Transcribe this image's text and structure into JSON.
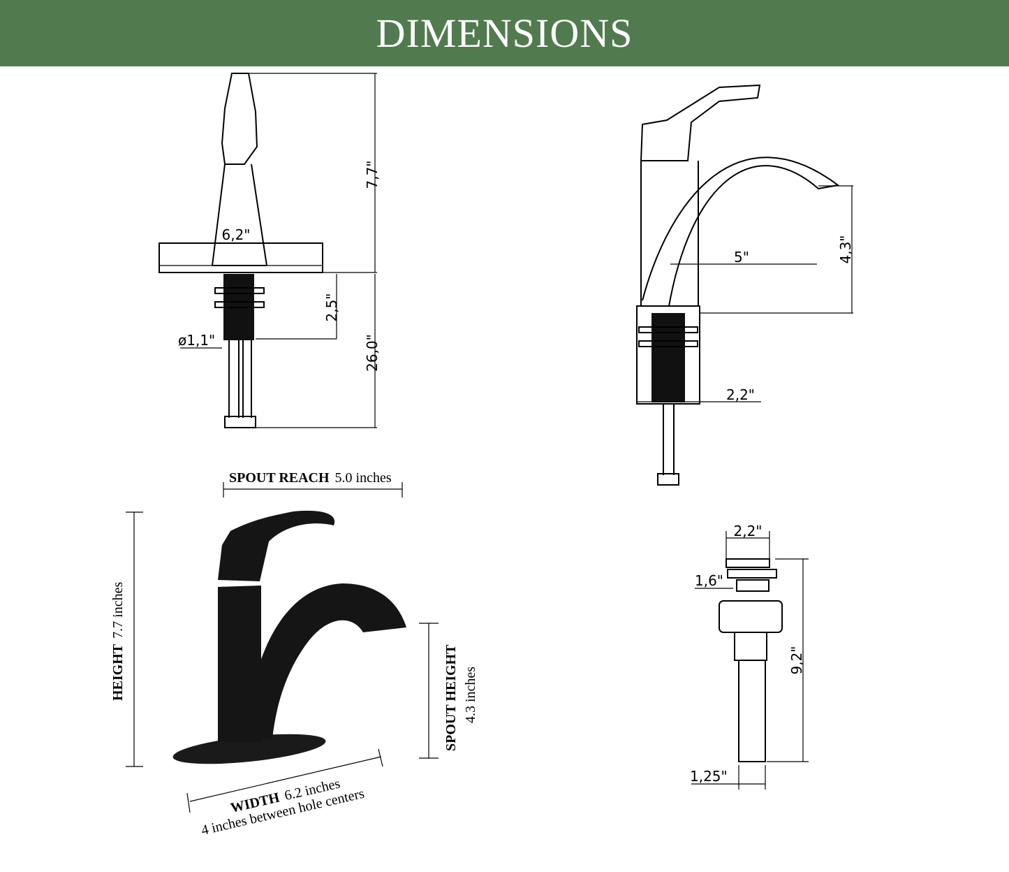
{
  "header": {
    "title": "DIMENSIONS",
    "background": "#527a4f"
  },
  "front_view": {
    "height": "7,7\"",
    "width": "6,2\"",
    "shank": "2,5\"",
    "diameter": "ø1,1\"",
    "hose": "26,0\""
  },
  "side_view": {
    "reach": "5\"",
    "spout_height": "4,3\"",
    "base": "2,2\""
  },
  "drain_view": {
    "top": "2,2\"",
    "flange": "1,6\"",
    "length": "9,2\"",
    "pipe": "1,25\""
  },
  "photo_labels": {
    "spout_reach_bold": "SPOUT REACH",
    "spout_reach_value": "5.0 inches",
    "height_bold": "HEIGHT",
    "height_value": "7.7 inches",
    "spout_height_bold": "SPOUT HEIGHT",
    "spout_height_value": "4.3 inches",
    "width_bold": "WIDTH",
    "width_value": "6.2 inches",
    "hole_centers": "4 inches between hole centers"
  }
}
